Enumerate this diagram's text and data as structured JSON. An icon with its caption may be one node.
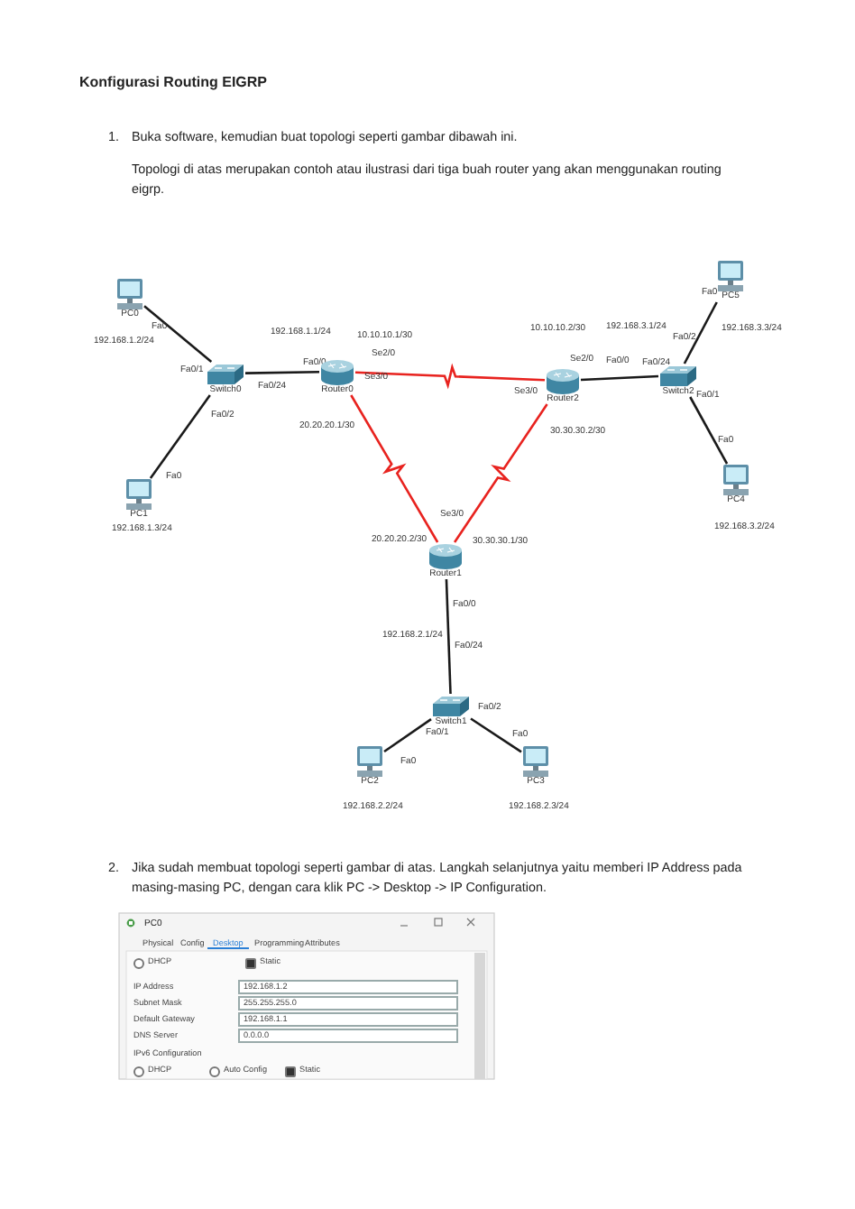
{
  "diagram": {
    "title": "Konfigurasi Routing EIGRP",
    "nodes": [
      {
        "text": [
          "PC0"
        ],
        "beside": [
          "192.168.1.2/24"
        ]
      },
      {
        "text": [
          "PC1"
        ],
        "beside": [
          "192.168.1.3/24"
        ]
      },
      {
        "text": [
          "Switch0"
        ]
      },
      {
        "text": [
          "Router0"
        ]
      },
      {
        "text": [
          "Router2"
        ]
      },
      {
        "text": [
          "Switch2"
        ]
      },
      {
        "text": [
          "PC5"
        ],
        "beside": [
          "192.168.3.3/24"
        ]
      },
      {
        "text": [
          "PC4"
        ],
        "beside": [
          "192.168.3.2/24"
        ]
      },
      {
        "text": [
          "Router1"
        ]
      },
      {
        "text": [
          "Switch1"
        ]
      },
      {
        "text": [
          "PC2"
        ],
        "beside": [
          "192.168.2.2/24"
        ]
      },
      {
        "text": [
          "PC3"
        ],
        "beside": [
          "192.168.2.3/24"
        ]
      }
    ],
    "edges": [
      {
        "from": 0,
        "to": 2,
        "arrow": "none"
      },
      {
        "from": 1,
        "to": 2,
        "arrow": "none"
      },
      {
        "from": 2,
        "to": 3,
        "arrow": "none"
      },
      {
        "from": 3,
        "to": 4,
        "arrow": "none",
        "color": "#e8231f"
      },
      {
        "from": 3,
        "to": 8,
        "arrow": "none",
        "color": "#e8231f"
      },
      {
        "from": 4,
        "to": 8,
        "arrow": "none",
        "color": "#e8231f"
      },
      {
        "from": 4,
        "to": 5,
        "arrow": "none"
      },
      {
        "from": 5,
        "to": 6,
        "arrow": "none"
      },
      {
        "from": 5,
        "to": 7,
        "arrow": "none"
      },
      {
        "from": 8,
        "to": 9,
        "arrow": "none"
      },
      {
        "from": 9,
        "to": 10,
        "arrow": "none"
      },
      {
        "from": 9,
        "to": 11,
        "arrow": "none"
      }
    ],
    "labels": [
      "1.",
      "Buka software, kemudian buat topologi seperti gambar dibawah ini.",
      "Topologi di atas merupakan contoh atau ilustrasi dari tiga buah router yang akan menggunakan routing eigrp.",
      "Fa0",
      "Fa0/1",
      "192.168.1.1/24",
      "10.10.10.1/30",
      "Se2/0",
      "Fa0/24",
      "Fa0/0",
      "Se3/0",
      "Fa0/2",
      "20.20.20.1/30",
      "Fa0",
      "10.10.10.2/30",
      "192.168.3.1/24",
      "Fa0/2",
      "Fa0",
      "Se2/0",
      "Se3/0",
      "Fa0/0",
      "Fa0/24",
      "Fa0/1",
      "30.30.30.2/30",
      "Fa0",
      "Se3/0",
      "20.20.20.2/30",
      "30.30.30.1/30",
      "Fa0/0",
      "192.168.2.1/24",
      "Fa0/24",
      "Fa0/2",
      "Fa0/1",
      "Fa0",
      "Fa0",
      "2.",
      "Jika sudah membuat topologi seperti gambar di atas. Langkah selanjutnya yaitu memberi IP Address pada masing-masing PC, dengan cara klik PC -> Desktop -> IP Configuration.",
      "PC0",
      "Physical",
      "Config",
      "Desktop",
      "Programming",
      "Attributes",
      "DHCP",
      "Static",
      "IP Address",
      "192.168.1.2",
      "Subnet Mask",
      "255.255.255.0",
      "Default Gateway",
      "192.168.1.1",
      "DNS Server",
      "0.0.0.0",
      "IPv6 Configuration",
      "DHCP",
      "Auto Config",
      "Static"
    ]
  }
}
